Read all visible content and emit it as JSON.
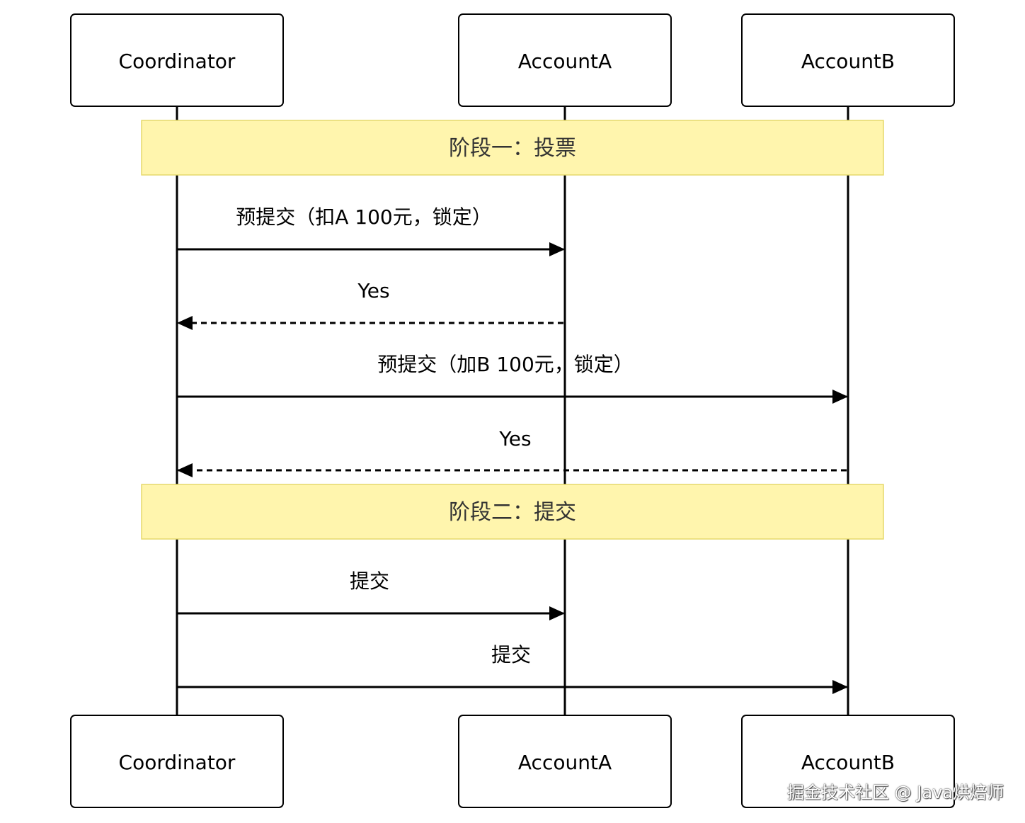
{
  "actors": [
    {
      "id": "coordinator",
      "label": "Coordinator"
    },
    {
      "id": "accountA",
      "label": "AccountA"
    },
    {
      "id": "accountB",
      "label": "AccountB"
    }
  ],
  "phases": [
    {
      "label": "阶段一：投票"
    },
    {
      "label": "阶段二：提交"
    }
  ],
  "messages": [
    {
      "from": "coordinator",
      "to": "accountA",
      "label": "预提交（扣A 100元，锁定）",
      "style": "solid"
    },
    {
      "from": "accountA",
      "to": "coordinator",
      "label": "Yes",
      "style": "dashed"
    },
    {
      "from": "coordinator",
      "to": "accountB",
      "label": "预提交（加B 100元，锁定）",
      "style": "solid"
    },
    {
      "from": "accountB",
      "to": "coordinator",
      "label": "Yes",
      "style": "dashed"
    },
    {
      "from": "coordinator",
      "to": "accountA",
      "label": "提交",
      "style": "solid"
    },
    {
      "from": "coordinator",
      "to": "accountB",
      "label": "提交",
      "style": "solid"
    }
  ],
  "colors": {
    "phase_fill": "#fff5ad",
    "phase_stroke": "#e6d96b",
    "line": "#000000"
  },
  "watermark": "掘金技术社区 @ Java烘焙师"
}
